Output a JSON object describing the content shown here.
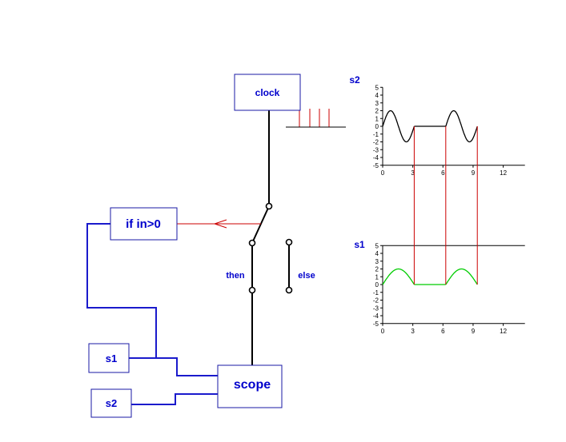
{
  "diagram": {
    "blocks": {
      "clock": "clock",
      "if_block": "if in>0",
      "s1": "s1",
      "s2": "s2",
      "scope": "scope"
    },
    "branch_labels": {
      "then": "then",
      "else": "else"
    }
  },
  "colors": {
    "block_text": "#0000cc",
    "block_border": "#1a1aa6",
    "wire_blue": "#1a1acc",
    "wire_red": "#cc0000",
    "trace_s1": "#00cc00",
    "trace_s2": "#000000"
  },
  "chart_data": [
    {
      "type": "line",
      "label": "s2",
      "xlim": [
        0,
        14
      ],
      "ylim": [
        -5,
        5
      ],
      "xticks": [
        0,
        3,
        6,
        9,
        12
      ],
      "yticks": [
        5,
        4,
        3,
        2,
        1,
        0,
        -1,
        -2,
        -3,
        -4,
        -5
      ],
      "series": [
        {
          "segment": "sin-2",
          "x_start": 0,
          "x_end": 3.14,
          "y": "2*sin(2x)"
        },
        {
          "segment": "zero",
          "x_start": 3.14,
          "x_end": 6.28,
          "y": 0
        },
        {
          "segment": "sin-2",
          "x_start": 6.28,
          "x_end": 9.42,
          "y": "2*sin(2x)"
        }
      ]
    },
    {
      "type": "line",
      "label": "s1",
      "xlim": [
        0,
        14
      ],
      "ylim": [
        -5,
        5
      ],
      "xticks": [
        0,
        3,
        6,
        9,
        12
      ],
      "yticks": [
        5,
        4,
        3,
        2,
        1,
        0,
        -1,
        -2,
        -3,
        -4,
        -5
      ],
      "series": [
        {
          "segment": "half-sine",
          "x_start": 0,
          "x_end": 3.14,
          "y": "2*sin(x)"
        },
        {
          "segment": "zero",
          "x_start": 3.14,
          "x_end": 6.28,
          "y": 0
        },
        {
          "segment": "half-sine",
          "x_start": 6.28,
          "x_end": 9.42,
          "y": "2*sin(x-6.28)"
        }
      ],
      "event_lines_x": [
        3.14,
        6.28,
        9.42
      ]
    }
  ]
}
